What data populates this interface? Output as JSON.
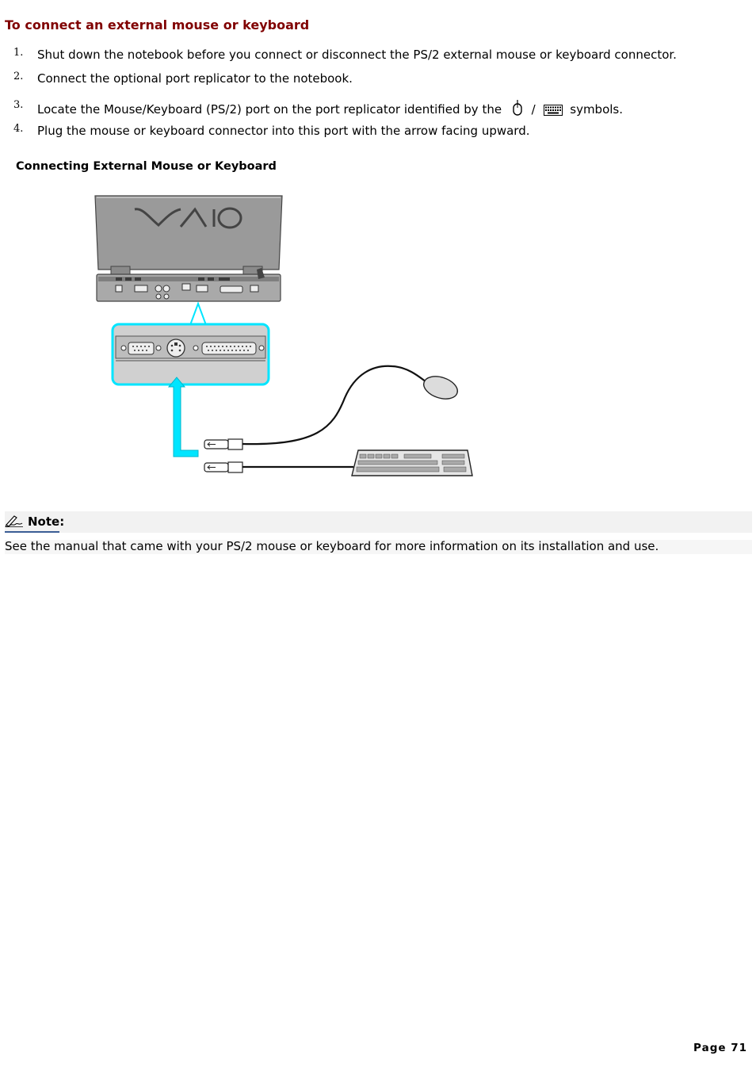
{
  "heading": "To connect an external mouse or keyboard",
  "steps": [
    {
      "num": "1.",
      "text": "Shut down the notebook before you connect or disconnect the PS/2 external mouse or keyboard connector."
    },
    {
      "num": "2.",
      "text": "Connect the optional port replicator to the notebook."
    },
    {
      "num": "3.",
      "text_before": "Locate the Mouse/Keyboard (PS/2) port on the port replicator identified by the",
      "separator": "/",
      "text_after": "symbols."
    },
    {
      "num": "4.",
      "text": "Plug the mouse or keyboard connector into this port with the arrow facing upward."
    }
  ],
  "figure": {
    "caption": "Connecting External Mouse or Keyboard",
    "logo_text": "VAIO"
  },
  "note": {
    "label": "Note:",
    "body": "See the manual that came with your PS/2 mouse or keyboard for more information on its installation and use."
  },
  "footer": {
    "page": "Page 71"
  },
  "colors": {
    "heading": "#800000",
    "highlight": "#00e5ff",
    "note_underline": "#3b5d95"
  },
  "icons": [
    "mouse-symbol-icon",
    "keyboard-symbol-icon",
    "note-pen-icon"
  ]
}
